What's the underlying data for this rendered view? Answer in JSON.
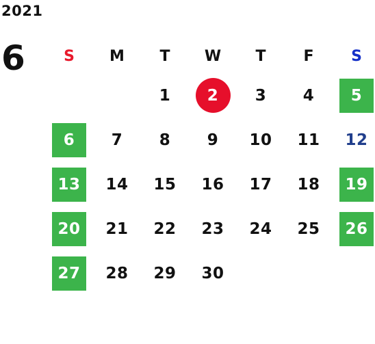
{
  "calendar": {
    "year": "2021",
    "month": "6",
    "weekdays": [
      "S",
      "M",
      "T",
      "W",
      "T",
      "F",
      "S"
    ],
    "colors": {
      "sunday_header": "#e8192c",
      "saturday_header": "#1530c8",
      "holiday_bg": "#3cb44b",
      "today_bg": "#e60f2b",
      "blue_day": "#213f8c"
    },
    "weeks": [
      [
        "",
        "",
        "1",
        "2",
        "3",
        "4",
        "5"
      ],
      [
        "6",
        "7",
        "8",
        "9",
        "10",
        "11",
        "12"
      ],
      [
        "13",
        "14",
        "15",
        "16",
        "17",
        "18",
        "19"
      ],
      [
        "20",
        "21",
        "22",
        "23",
        "24",
        "25",
        "26"
      ],
      [
        "27",
        "28",
        "29",
        "30",
        "",
        "",
        ""
      ]
    ],
    "highlighted_days": [
      "5",
      "6",
      "13",
      "19",
      "20",
      "26",
      "27"
    ],
    "today": "2",
    "blue_days": [
      "12"
    ]
  }
}
